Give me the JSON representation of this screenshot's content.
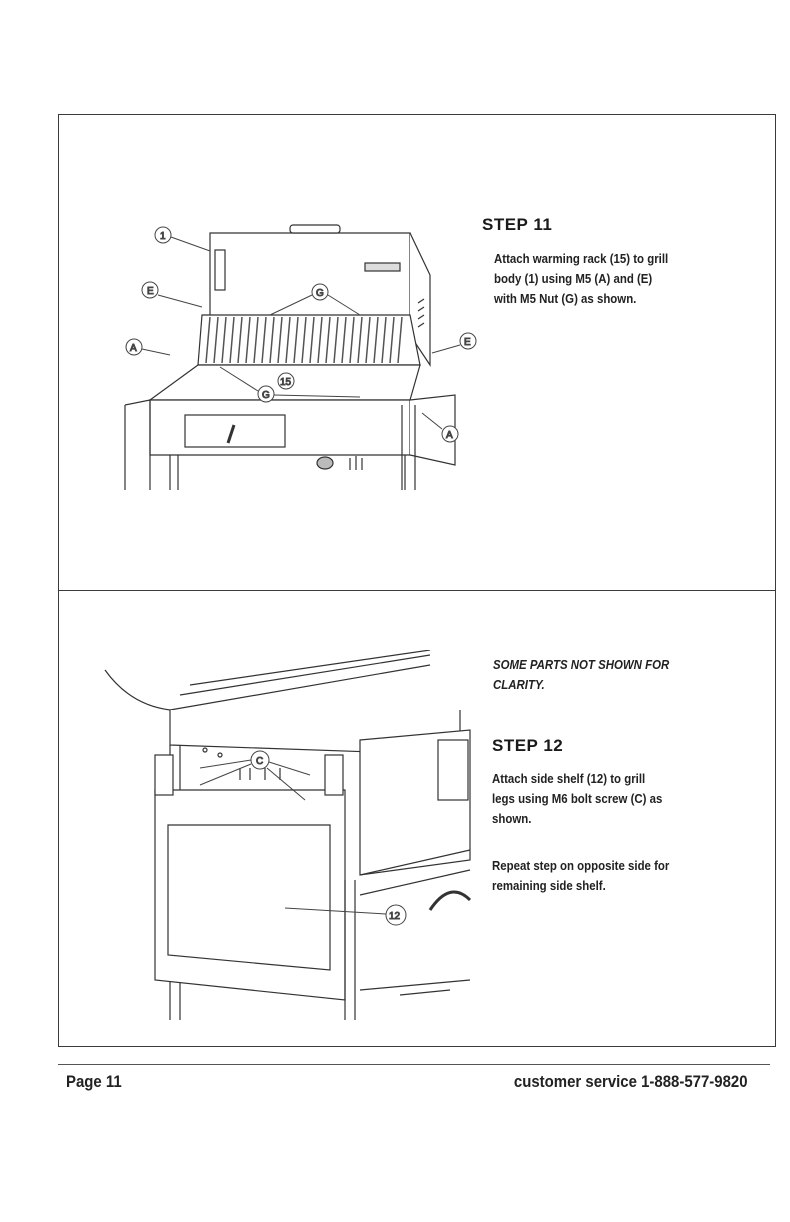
{
  "step11": {
    "title": "STEP 11",
    "lines": [
      "Attach warming rack (15) to grill",
      "body (1) using M5 (A) and (E)",
      "with M5 Nut (G) as shown."
    ],
    "callouts": [
      "1",
      "E",
      "A",
      "G",
      "15",
      "G",
      "E",
      "A"
    ]
  },
  "step12": {
    "note_lines": [
      "SOME PARTS NOT SHOWN FOR",
      "CLARITY."
    ],
    "title": "STEP 12",
    "lines": [
      "Attach side shelf (12) to grill",
      "legs using M6 bolt screw (C) as",
      "shown."
    ],
    "repeat_lines": [
      "Repeat step on opposite side for",
      "remaining side shelf."
    ],
    "callouts": [
      "C",
      "12"
    ]
  },
  "footer": {
    "page": "Page 11",
    "service": "customer service 1-888-577-9820"
  }
}
